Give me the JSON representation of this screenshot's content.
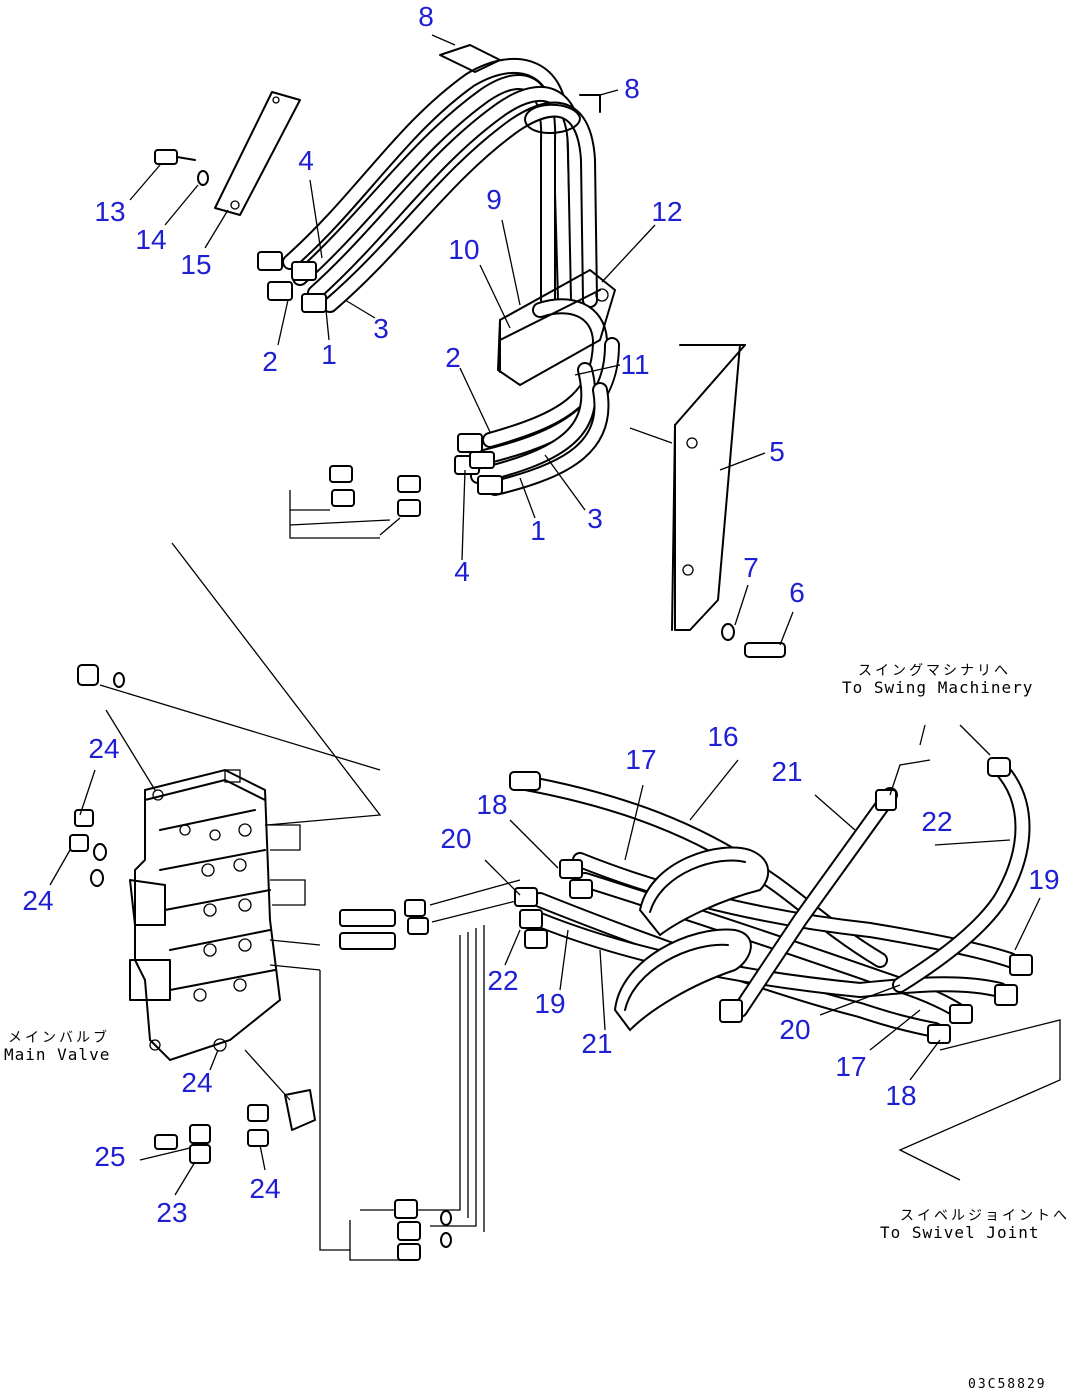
{
  "callouts": [
    {
      "id": "c8a",
      "text": "8"
    },
    {
      "id": "c8b",
      "text": "8"
    },
    {
      "id": "c4a",
      "text": "4"
    },
    {
      "id": "c13",
      "text": "13"
    },
    {
      "id": "c14",
      "text": "14"
    },
    {
      "id": "c15",
      "text": "15"
    },
    {
      "id": "c9",
      "text": "9"
    },
    {
      "id": "c12",
      "text": "12"
    },
    {
      "id": "c10",
      "text": "10"
    },
    {
      "id": "c2a",
      "text": "2"
    },
    {
      "id": "c1a",
      "text": "1"
    },
    {
      "id": "c3a",
      "text": "3"
    },
    {
      "id": "c2b",
      "text": "2"
    },
    {
      "id": "c11",
      "text": "11"
    },
    {
      "id": "c5",
      "text": "5"
    },
    {
      "id": "c3b",
      "text": "3"
    },
    {
      "id": "c1b",
      "text": "1"
    },
    {
      "id": "c4b",
      "text": "4"
    },
    {
      "id": "c7",
      "text": "7"
    },
    {
      "id": "c6",
      "text": "6"
    },
    {
      "id": "c24a",
      "text": "24"
    },
    {
      "id": "c24b",
      "text": "24"
    },
    {
      "id": "c16",
      "text": "16"
    },
    {
      "id": "c17a",
      "text": "17"
    },
    {
      "id": "c21a",
      "text": "21"
    },
    {
      "id": "c18a",
      "text": "18"
    },
    {
      "id": "c22a",
      "text": "22"
    },
    {
      "id": "c20a",
      "text": "20"
    },
    {
      "id": "c19a",
      "text": "19"
    },
    {
      "id": "c22b",
      "text": "22"
    },
    {
      "id": "c19b",
      "text": "19"
    },
    {
      "id": "c21b",
      "text": "21"
    },
    {
      "id": "c20b",
      "text": "20"
    },
    {
      "id": "c17b",
      "text": "17"
    },
    {
      "id": "c18b",
      "text": "18"
    },
    {
      "id": "c24c",
      "text": "24"
    },
    {
      "id": "c25",
      "text": "25"
    },
    {
      "id": "c24d",
      "text": "24"
    },
    {
      "id": "c23",
      "text": "23"
    }
  ],
  "notes": {
    "swing_jp": "スイングマシナリへ",
    "swing_en": "To Swing Machinery",
    "valve_jp": "メインバルブ",
    "valve_en": "Main Valve",
    "swivel_jp": "スイベルジョイントへ",
    "swivel_en": "To Swivel Joint",
    "drawing_code": "03C58829"
  },
  "colors": {
    "callout": "#1e1ed2",
    "line": "#000000"
  }
}
